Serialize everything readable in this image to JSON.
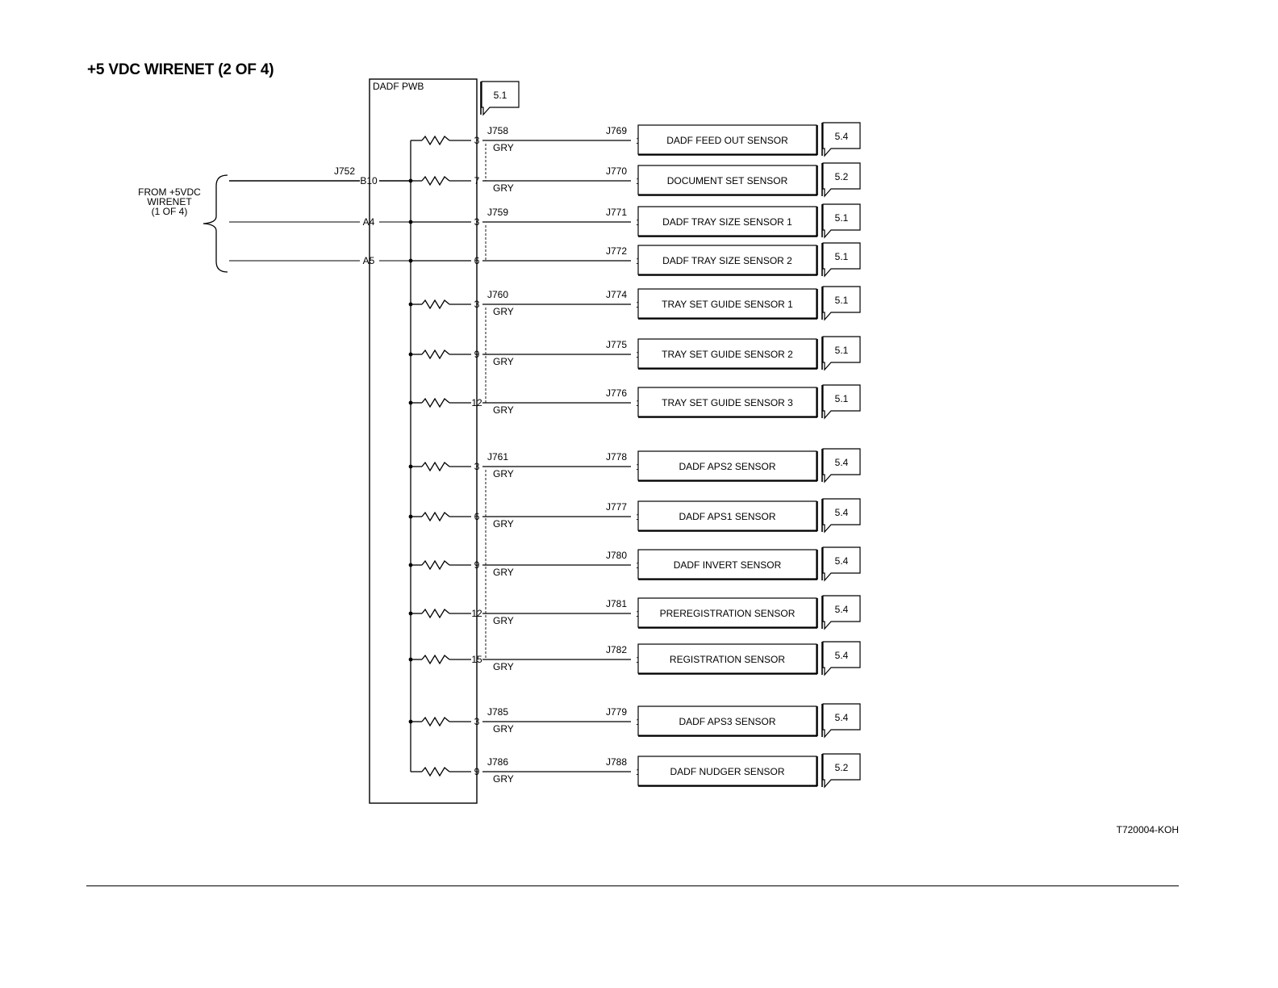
{
  "title": "+5 VDC WIRENET  (2 OF 4)",
  "figure_id": "T720004-KOH",
  "source": {
    "lines": [
      "FROM +5VDC",
      "WIRENET",
      "(1 OF 4)"
    ]
  },
  "board": {
    "name": "DADF PWB",
    "ref": "5.1",
    "input_connector": "J752",
    "inputs": [
      {
        "pin": "B10",
        "row": 1
      },
      {
        "pin": "A4",
        "row": 2
      },
      {
        "pin": "A5",
        "row": 3
      }
    ]
  },
  "rows": [
    {
      "pin": "3",
      "conn": "J758",
      "gry": "GRY",
      "sensor_conn": "J769",
      "sensor_pin": "1",
      "sensor": "DADF FEED OUT SENSOR",
      "ref": "5.4",
      "resistor": true
    },
    {
      "pin": "7",
      "conn": "",
      "gry": "GRY",
      "sensor_conn": "J770",
      "sensor_pin": "1",
      "sensor": "DOCUMENT SET SENSOR",
      "ref": "5.2",
      "resistor": true
    },
    {
      "pin": "3",
      "conn": "J759",
      "gry": "",
      "sensor_conn": "J771",
      "sensor_pin": "1",
      "sensor": "DADF TRAY SIZE SENSOR 1",
      "ref": "5.1",
      "resistor": false
    },
    {
      "pin": "6",
      "conn": "",
      "gry": "",
      "sensor_conn": "J772",
      "sensor_pin": "1",
      "sensor": "DADF TRAY SIZE SENSOR 2",
      "ref": "5.1",
      "resistor": false
    },
    {
      "pin": "3",
      "conn": "J760",
      "gry": "GRY",
      "sensor_conn": "J774",
      "sensor_pin": "1",
      "sensor": "TRAY SET GUIDE SENSOR 1",
      "ref": "5.1",
      "resistor": true
    },
    {
      "pin": "9",
      "conn": "",
      "gry": "GRY",
      "sensor_conn": "J775",
      "sensor_pin": "1",
      "sensor": "TRAY SET GUIDE SENSOR 2",
      "ref": "5.1",
      "resistor": true
    },
    {
      "pin": "12",
      "conn": "",
      "gry": "GRY",
      "sensor_conn": "J776",
      "sensor_pin": "1",
      "sensor": "TRAY SET GUIDE SENSOR 3",
      "ref": "5.1",
      "resistor": true
    },
    {
      "pin": "3",
      "conn": "J761",
      "gry": "GRY",
      "sensor_conn": "J778",
      "sensor_pin": "1",
      "sensor": "DADF APS2 SENSOR",
      "ref": "5.4",
      "resistor": true
    },
    {
      "pin": "6",
      "conn": "",
      "gry": "GRY",
      "sensor_conn": "J777",
      "sensor_pin": "1",
      "sensor": "DADF APS1 SENSOR",
      "ref": "5.4",
      "resistor": true
    },
    {
      "pin": "9",
      "conn": "",
      "gry": "GRY",
      "sensor_conn": "J780",
      "sensor_pin": "1",
      "sensor": "DADF INVERT SENSOR",
      "ref": "5.4",
      "resistor": true
    },
    {
      "pin": "12",
      "conn": "",
      "gry": "GRY",
      "sensor_conn": "J781",
      "sensor_pin": "1",
      "sensor": "PREREGISTRATION SENSOR",
      "ref": "5.4",
      "resistor": true
    },
    {
      "pin": "15",
      "conn": "",
      "gry": "GRY",
      "sensor_conn": "J782",
      "sensor_pin": "1",
      "sensor": "REGISTRATION SENSOR",
      "ref": "5.4",
      "resistor": true
    },
    {
      "pin": "3",
      "conn": "J785",
      "gry": "GRY",
      "sensor_conn": "J779",
      "sensor_pin": "1",
      "sensor": "DADF APS3 SENSOR",
      "ref": "5.4",
      "resistor": true
    },
    {
      "pin": "9",
      "conn": "J786",
      "gry": "GRY",
      "sensor_conn": "J788",
      "sensor_pin": "1",
      "sensor": "DADF NUDGER SENSOR",
      "ref": "5.2",
      "resistor": true
    }
  ],
  "connector_groups": [
    {
      "from_row": 0,
      "to_row": 1
    },
    {
      "from_row": 2,
      "to_row": 3
    },
    {
      "from_row": 4,
      "to_row": 6
    },
    {
      "from_row": 7,
      "to_row": 11
    }
  ],
  "colors": {
    "line": "#000000",
    "background": "#ffffff"
  }
}
